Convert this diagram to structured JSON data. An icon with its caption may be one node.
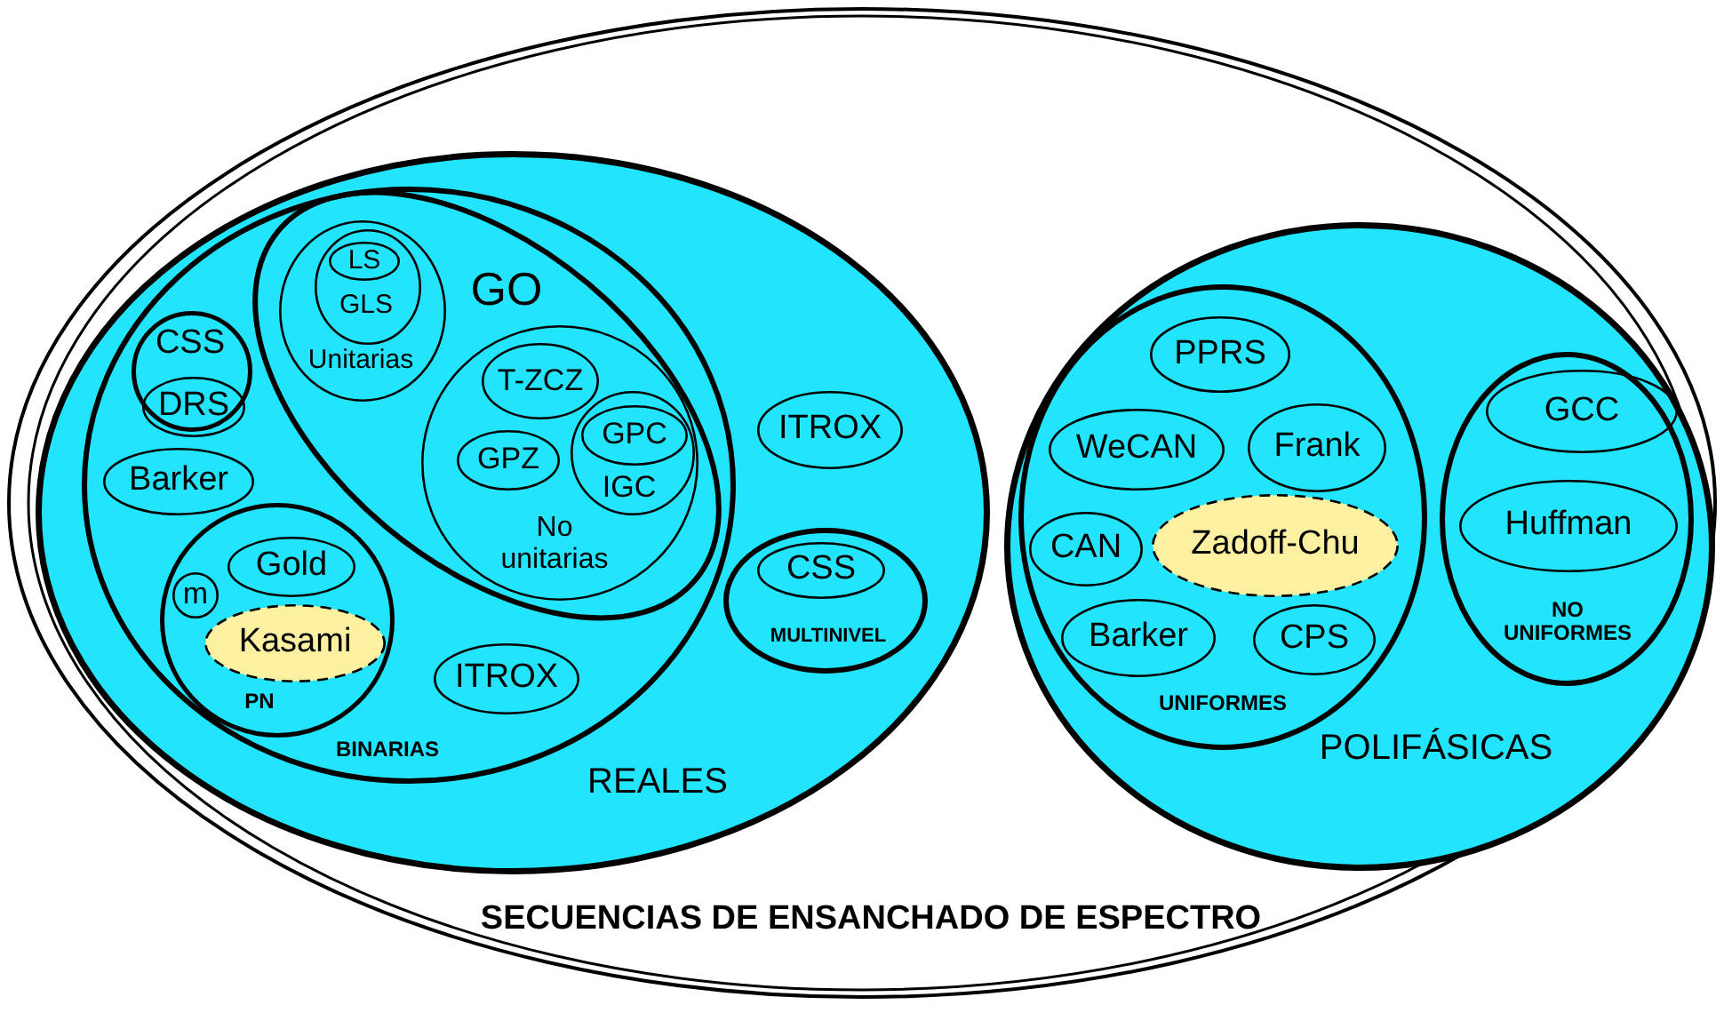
{
  "diagram": {
    "nodes": [
      {
        "text": [
          "SECUENCIAS DE ENSANCHADO DE ESPECTRO"
        ]
      },
      {
        "text": [
          "REALES"
        ],
        "in": 0
      },
      {
        "text": [
          "BINARIAS"
        ],
        "in": 1
      },
      {
        "text": [
          "GO"
        ],
        "in": 2
      },
      {
        "text": [
          "Unitarias"
        ],
        "in": 3
      },
      {
        "text": [
          "GLS"
        ],
        "in": 4
      },
      {
        "text": [
          "LS"
        ],
        "in": 5
      },
      {
        "text": [
          "No unitarias"
        ],
        "in": 3
      },
      {
        "text": [
          "T-ZCZ"
        ],
        "in": 7
      },
      {
        "text": [
          "GPZ"
        ],
        "in": 7
      },
      {
        "text": [
          "IGC"
        ],
        "in": 7
      },
      {
        "text": [
          "GPC"
        ],
        "in": 10
      },
      {
        "text": [
          "CSS"
        ],
        "in": 2
      },
      {
        "text": [
          "DRS"
        ],
        "in": 12
      },
      {
        "text": [
          "Barker"
        ],
        "in": 2
      },
      {
        "text": [
          "PN"
        ],
        "in": 2
      },
      {
        "text": [
          "Gold"
        ],
        "in": 15
      },
      {
        "text": [
          "m"
        ],
        "in": 15
      },
      {
        "text": [
          "Kasami"
        ],
        "in": 15
      },
      {
        "text": [
          "ITROX"
        ],
        "in": 2
      },
      {
        "text": [
          "ITROX"
        ],
        "in": 1
      },
      {
        "text": [
          "MULTINIVEL"
        ],
        "in": 1
      },
      {
        "text": [
          "CSS"
        ],
        "in": 21
      },
      {
        "text": [
          "POLIFÁSICAS"
        ],
        "in": 0
      },
      {
        "text": [
          "UNIFORMES"
        ],
        "in": 23
      },
      {
        "text": [
          "PPRS"
        ],
        "in": 24
      },
      {
        "text": [
          "WeCAN"
        ],
        "in": 24
      },
      {
        "text": [
          "Frank"
        ],
        "in": 24
      },
      {
        "text": [
          "CAN"
        ],
        "in": 24
      },
      {
        "text": [
          "Zadoff-Chu"
        ],
        "in": 24
      },
      {
        "text": [
          "Barker"
        ],
        "in": 24
      },
      {
        "text": [
          "CPS"
        ],
        "in": 24
      },
      {
        "text": [
          "NO UNIFORMES"
        ],
        "in": 23
      },
      {
        "text": [
          "GCC"
        ],
        "in": 32
      },
      {
        "text": [
          "Huffman"
        ],
        "in": 32
      }
    ]
  }
}
